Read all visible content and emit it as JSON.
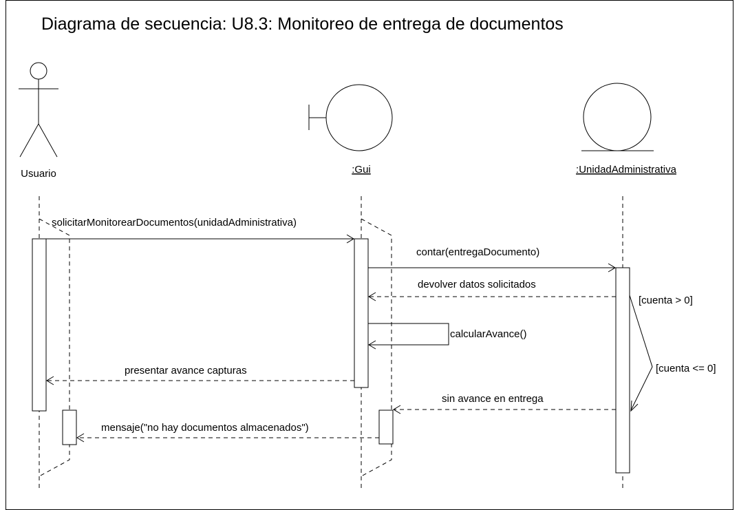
{
  "title": "Diagrama de secuencia: U8.3: Monitoreo de entrega de documentos",
  "participants": {
    "actor": {
      "name": "Usuario"
    },
    "boundary": {
      "name": ":Gui"
    },
    "entity": {
      "name": ":UnidadAdministrativa"
    }
  },
  "messages": {
    "m1": "solicitarMonitorearDocumentos(unidadAdministrativa)",
    "m2": "contar(entregaDocumento)",
    "m3": "devolver datos solicitados",
    "m4": "calcularAvance()",
    "m5": "presentar avance capturas",
    "m6": "sin avance en entrega",
    "m7": "mensaje(\"no hay documentos almacenados\")"
  },
  "guards": {
    "g1": "[cuenta > 0]",
    "g2": "[cuenta <= 0]"
  }
}
